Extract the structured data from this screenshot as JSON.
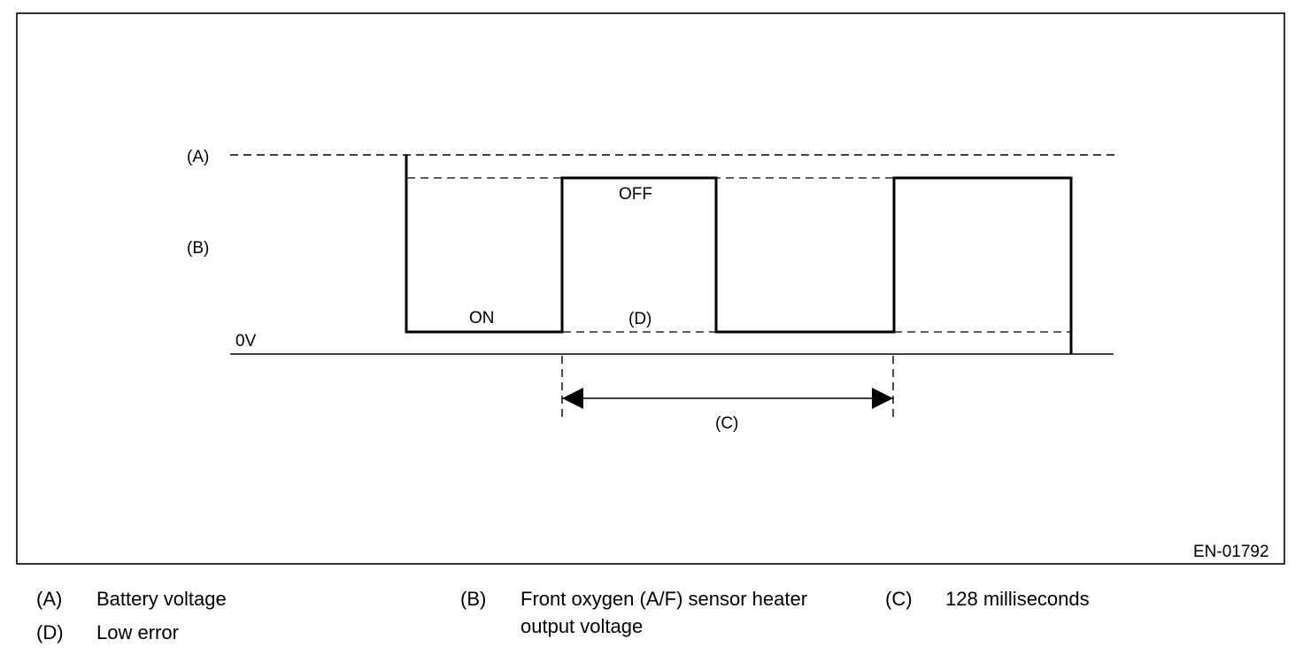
{
  "diagram": {
    "labels": {
      "a": "(A)",
      "b": "(B)",
      "zero": "0V",
      "on": "ON",
      "off": "OFF",
      "d": "(D)",
      "c": "(C)"
    },
    "figure_id": "EN-01792"
  },
  "legend": [
    {
      "key": "(A)",
      "text": "Battery voltage"
    },
    {
      "key": "(B)",
      "text": "Front oxygen (A/F) sensor heater"
    },
    {
      "key": "",
      "text": "output voltage"
    },
    {
      "key": "(C)",
      "text": "128 milliseconds"
    },
    {
      "key": "(D)",
      "text": "Low error"
    }
  ]
}
